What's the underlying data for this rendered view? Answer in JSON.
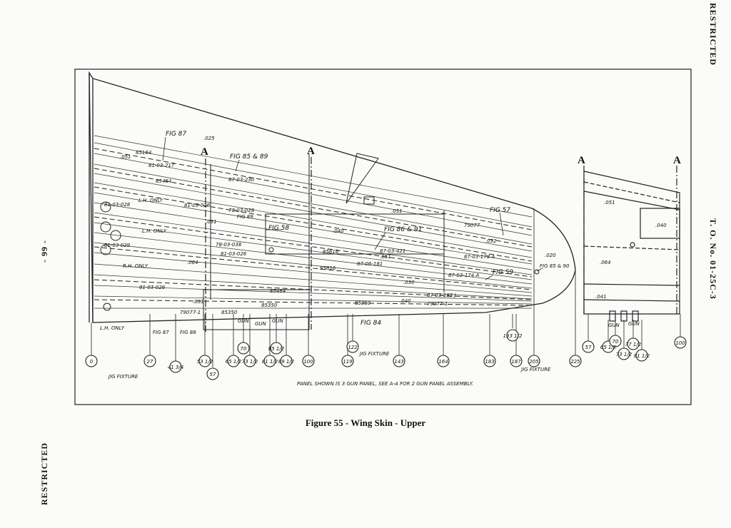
{
  "margins": {
    "right_top": "RESTRICTED",
    "right_middle": "T. O. No. 01-25C-3",
    "left_bottom": "RESTRICTED",
    "left_middle": "- 99 -"
  },
  "caption": "Figure 55 - Wing Skin - Upper",
  "section_marks": {
    "a1": "A",
    "a2": "A",
    "a3": "A",
    "a4": "A"
  },
  "labels": {
    "fig87_top": "FIG 87",
    "t025": ".025",
    "fig85_89": "FIG 85 & 89",
    "p051a": ".051",
    "p85164": "85164",
    "p81_03_217": "81-03-217",
    "p87_03_230": "87-03-230",
    "p85464a": "85464",
    "lh_only1": "L.H. ONLY",
    "p81_03_028": "81-03-028",
    "p81_03_026": "81-03-026",
    "p78_03_028": "78-03-028",
    "fig89": "FIG 89",
    "p051b": ".051",
    "lh_only2": "L.H. ONLY",
    "p81_03_029": "81-03-029",
    "p78_03_038": "78-03-038",
    "p81_03_026b": "81-03-026",
    "rh_only": "R.H. ONLY",
    "p064": ".064",
    "fig58": "FIG 58",
    "p040": ".040",
    "p85616": "85616",
    "fig86_91": "FIG 86 & 91",
    "p051c": ".051",
    "p87_03_421": "87-03-421",
    "p051d": ".051",
    "p85616b": "85616",
    "p87_06_181": "87-06-181",
    "p030": ".030",
    "fig57": "FIG 57",
    "p79077": "79077",
    "p032": ".032",
    "p87_03_178": "87-03-178 A",
    "p87_03_174": "87-03-174 A",
    "fig59": "FIG 59",
    "fig85_90": "FIG 85 & 90",
    "p020": ".020",
    "p85464b": "85464",
    "p81_03_026c": "81-03-026",
    "p051e": ".051",
    "p85350": "85350",
    "p85350b": "85350",
    "p040b": ".040",
    "p87_03_182": "87-03-182 J",
    "p79077b": "79077-1",
    "p79077c": "79077-1",
    "p85350c": "85350",
    "lh_only3": "L.H. ONLY",
    "fig87_b": "FIG 87",
    "fig88": "FIG 88",
    "fig84": "FIG 84",
    "jig_fixture1": "JIG FIXTURE",
    "jig_fixture2": "JIG FIXTURE",
    "jig_fixture3": "JIG FIXTURE",
    "gun1": "GUN",
    "gun2": "GUN",
    "gun3": "GUN",
    "gun4": "GUN",
    "gun5": "GUN",
    "panel_note": "PANEL SHOWN IS 3 GUN PANEL, SEE A-A FOR 2 GUN PANEL ASSEMBLY.",
    "inset_051": ".051",
    "inset_040": ".040",
    "inset_064": ".064",
    "inset_041": ".041"
  },
  "stations": [
    "0",
    "27",
    "41 3/4",
    "57",
    "53 1/2",
    "65 1/2",
    "70",
    "73 1/2",
    "81 1/2",
    "85 1/2",
    "89 1/2",
    "100",
    "119",
    "122",
    "143",
    "164",
    "183",
    "187",
    "193 1/2",
    "205",
    "225"
  ],
  "inset_stations": [
    "57",
    "65 1/2",
    "70",
    "73 1/2",
    "77 1/2",
    "81 1/2",
    "100"
  ]
}
